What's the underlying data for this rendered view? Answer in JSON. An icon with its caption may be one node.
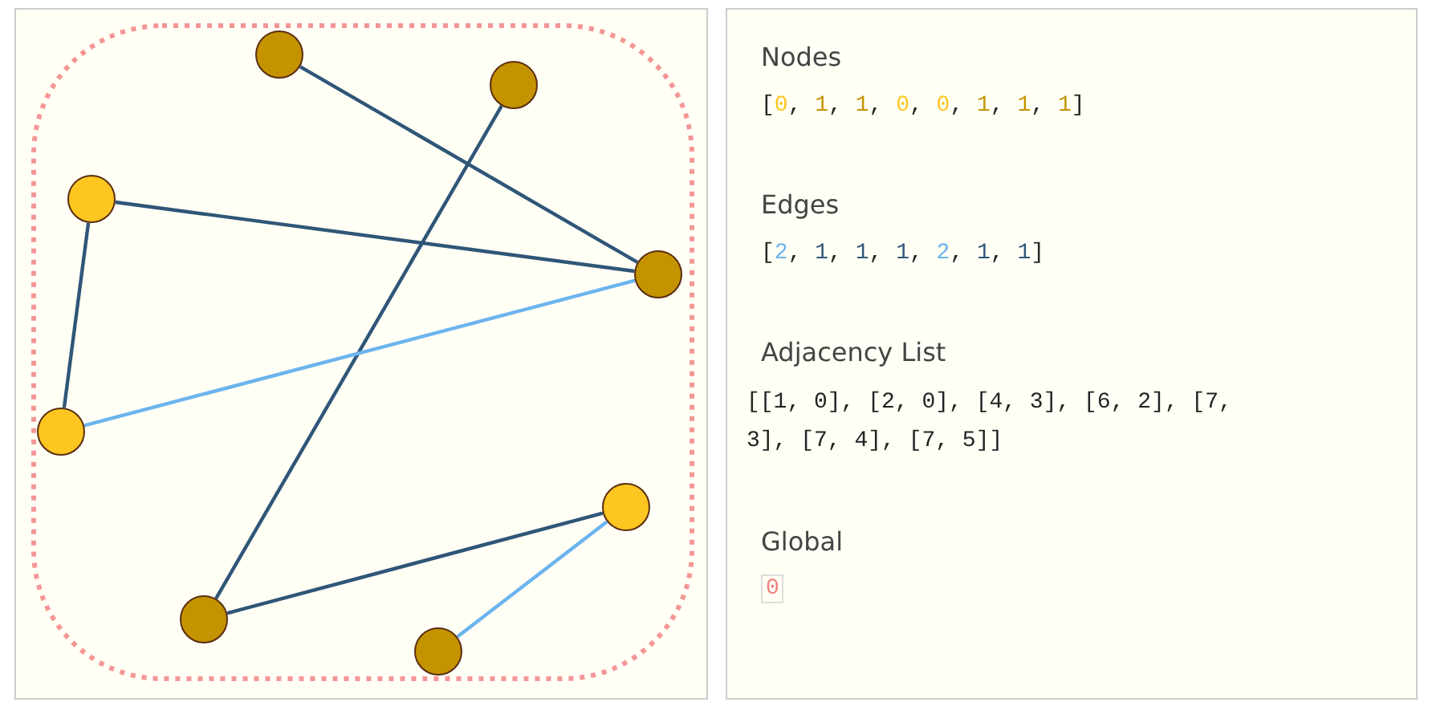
{
  "diagram": {
    "nodes": [
      {
        "text": [],
        "shape": "circle"
      },
      {
        "text": [],
        "shape": "circle"
      },
      {
        "text": [],
        "shape": "circle"
      },
      {
        "text": [],
        "shape": "circle"
      },
      {
        "text": [],
        "shape": "circle"
      },
      {
        "text": [],
        "shape": "circle"
      },
      {
        "text": [],
        "shape": "circle"
      },
      {
        "text": [],
        "shape": "circle"
      }
    ],
    "edges": [
      {
        "from": 1,
        "to": 0,
        "arrow": "none",
        "color": "#6cb4ee"
      },
      {
        "from": 2,
        "to": 0,
        "arrow": "none"
      },
      {
        "from": 4,
        "to": 3,
        "arrow": "none"
      },
      {
        "from": 6,
        "to": 2,
        "arrow": "none"
      },
      {
        "from": 7,
        "to": 3,
        "arrow": "none",
        "color": "#6cb4ee"
      },
      {
        "from": 7,
        "to": 4,
        "arrow": "none"
      },
      {
        "from": 7,
        "to": 5,
        "arrow": "none"
      }
    ],
    "labels": [
      "Nodes",
      "[0, 1, 1, 0, 0, 1, 1, 1]",
      "Edges",
      "[2, 1, 1, 1, 2, 1, 1]",
      "Adjacency List",
      "[[1, 0], [2, 0], [4, 3], [6, 2], [7, 3], [7, 4], [7, 5]]",
      "Global",
      "0"
    ]
  }
}
